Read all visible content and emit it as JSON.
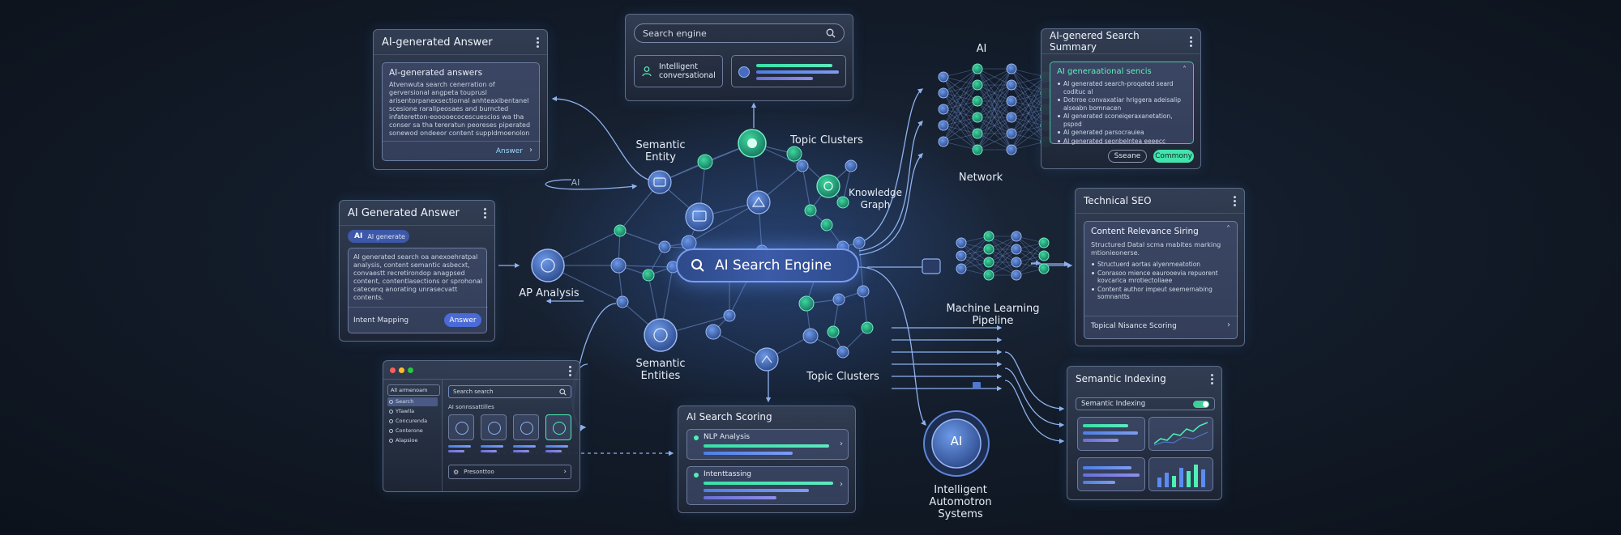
{
  "center": {
    "label": "AI Search Engine"
  },
  "labels": {
    "semantic_entity": "Semantic\nEntity",
    "topic_clusters_top": "Topic Clusters",
    "knowledge_graph": "Knowledge\nGraph",
    "ai_small": "AI",
    "ap_analysis": "AP Analysis",
    "semantic_entities": "Semantic\nEntities",
    "topic_clusters_bottom": "Topic Clusters",
    "ai_network_top": "AI",
    "network": "Network",
    "ml_pipeline": "Machine Learning\nPipeline",
    "intelligent_automation": "Intelligent\nAutomotron Systems",
    "ai_badge": "AI"
  },
  "top_search": {
    "placeholder": "Search engine",
    "tile_label": "Intelligent\nconversational"
  },
  "answer_panel_1": {
    "title": "AI-generated Answer",
    "heading": "AI-generated answers",
    "body": "Atvenwuta search cenerration of gerversional angpeta touprusl arisentorpanexsectiornal anhteaxibentanel scesione rarallpeosaes and burncted infateretton-eooooecocescuescios wa tha conser sa tha tereratun peoreses piperated sonewod ondeeor content suppldmoenolon to search exeacs.",
    "link": "Answer"
  },
  "answer_panel_2": {
    "title": "AI Generated Answer",
    "tag_ai": "AI",
    "tag_text": "AI generate",
    "body": "AI generated search oa anexoehratpal analysis, content semantic asbecxt, convaestt recretirondop anagpsed content, contentlasections or sprohonal catecenq anorating unrasecvatt contents.",
    "footer_label": "Intent Mapping",
    "button": "Answer"
  },
  "app_window": {
    "sidebar_header": "All armenoam",
    "sidebar_items": [
      "Search",
      "Yfawlla",
      "Concurenda",
      "Conterone",
      "Alapsioe"
    ],
    "search_placeholder": "Search search",
    "section_label": "AI sonnssattilles",
    "footer_label": "Presonttoo"
  },
  "scoring_panel": {
    "title": "AI Search Scoring",
    "row1": "NLP Analysis",
    "row2": "Intenttassing"
  },
  "summary_panel": {
    "title": "AI-genered Search Summary",
    "heading": "AI generaational sencis",
    "bullets": [
      "AI generated search-proqated seard codituc al",
      "Dotrroe convaxatiar hriggera adeisalip alseabn bomnacen",
      "AI generated sconeiqeraxanetation, pspod",
      "AI generated parsocrauiea",
      "AI generated seonbelntea eeeecc"
    ],
    "btn1": "Sseane",
    "btn2": "Commony"
  },
  "seo_panel": {
    "title": "Technical SEO",
    "heading": "Content Relevance Siring",
    "intro": "Structured Datal scma mabites marking mtionieonerse.",
    "bullets": [
      "Structuerd aortas alyenmeatotion",
      "Conrasoo mience eaurooevia repuorent kovcarica mrotiectoliaee",
      "Content author impeut seemernabing somnantts"
    ],
    "footer": "Topical Nisance Scoring"
  },
  "indexing_panel": {
    "title": "Semantic Indexing",
    "toggle_label": "Semantic Indexing"
  },
  "colors": {
    "accent_green": "#4ef0b5",
    "accent_blue": "#5b8cf0",
    "panel": "#2c3648"
  }
}
